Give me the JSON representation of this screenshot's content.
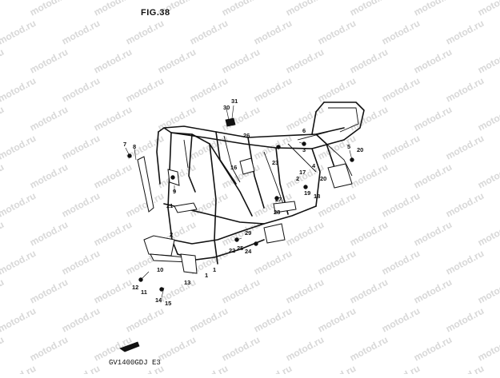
{
  "figure": {
    "title": "FIG.38",
    "code": "GV1400GDJ E3",
    "watermark": "motod.ru"
  },
  "callouts": [
    "31",
    "30",
    "26",
    "7",
    "8",
    "9",
    "16",
    "6",
    "3",
    "23",
    "4",
    "5",
    "20",
    "17",
    "20",
    "2",
    "18",
    "19",
    "21",
    "27",
    "28",
    "29",
    "25",
    "24",
    "22",
    "2",
    "10",
    "13",
    "12",
    "11",
    "14",
    "15",
    "1",
    "1"
  ],
  "colors": {
    "ink": "#111111",
    "watermark": "#d8d8d8",
    "background": "#ffffff"
  }
}
